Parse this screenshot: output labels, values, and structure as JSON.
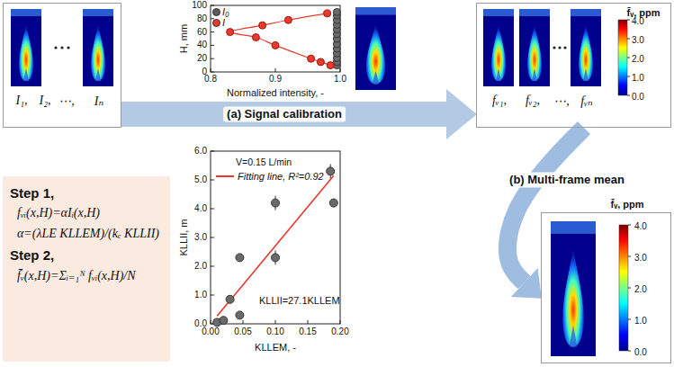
{
  "diagram": {
    "nodes": [
      {
        "text": [
          "I₁,",
          "I₂,",
          "⋯,",
          "Iₙ"
        ]
      },
      {
        "text": [
          "Step 1,",
          "fᵥᵢ(x,H)=αIᵢ(x,H)",
          "α=(λLE KLLEM)/(kₑ KLLII)",
          "Step 2,",
          "f̄ᵥ(x,H)=Σᵢ₌₁ᴺ fᵥᵢ(x,H)/N"
        ]
      },
      {
        "text": [
          "fᵥ₁,",
          "fᵥ₂,",
          "⋯,",
          "fᵥₙ",
          "f̄ᵥ, ppm",
          "4.0",
          "3.0",
          "2.0",
          "1.0",
          "0.0"
        ]
      },
      {
        "text": [
          "f̄ᵥ, ppm",
          "4.0",
          "3.0",
          "2.0",
          "1.0",
          "0.0"
        ]
      }
    ],
    "edges": [
      {
        "from": 0,
        "to": 2,
        "arrow": "to",
        "label": "(a) Signal calibration"
      },
      {
        "from": 2,
        "to": 3,
        "arrow": "to",
        "label": "(b) Multi-frame mean"
      }
    ],
    "labels": [
      "H, mm",
      "Normalized intensity, -",
      "0",
      "20",
      "40",
      "60",
      "80",
      "100",
      "0.8",
      "0.9",
      "1.0",
      "KLLII, m",
      "KLLEM, -",
      "0.0",
      "1.0",
      "2.0",
      "3.0",
      "4.0",
      "5.0",
      "6.0",
      "0.00",
      "0.05",
      "0.10",
      "0.15",
      "0.20",
      "V=0.15 L/min",
      "KLLII=27.1KLLEM"
    ],
    "legend": [
      {
        "text": "I₀",
        "color": "#5a5a5a"
      },
      {
        "text": "I",
        "color": "#e8392c"
      },
      {
        "text": "Fitting line, R²=0.92"
      }
    ]
  }
}
